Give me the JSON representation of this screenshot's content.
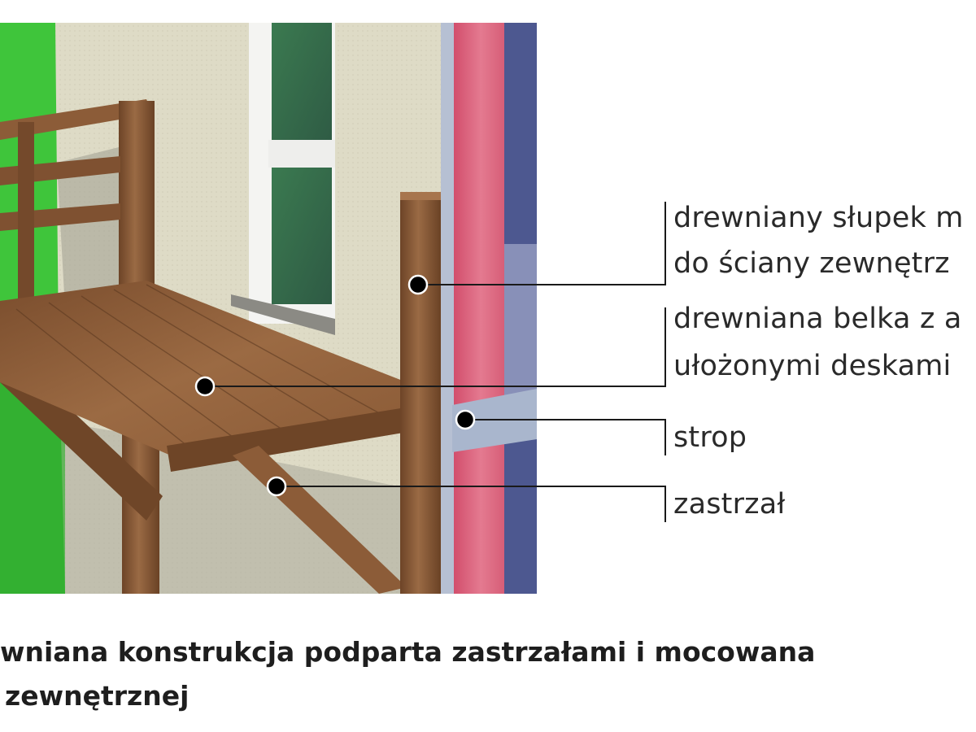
{
  "labels": {
    "post_line1": "drewniany słupek m",
    "post_line2": "do ściany zewnętrz",
    "beam_line1": "drewniana belka z a",
    "beam_line2": "ułożonymi deskami",
    "ceiling": "strop",
    "brace": "zastrzał"
  },
  "caption": {
    "line1": "wniana konstrukcja podparta zastrzałami i mocowana",
    "line2": "zewnętrznej"
  },
  "colors": {
    "wood": "#8a5a36",
    "wall": "#dcd9c4",
    "insulation": "#d9607a",
    "green_wall": "#3cc43a",
    "leader_line": "#1a1a1a"
  }
}
